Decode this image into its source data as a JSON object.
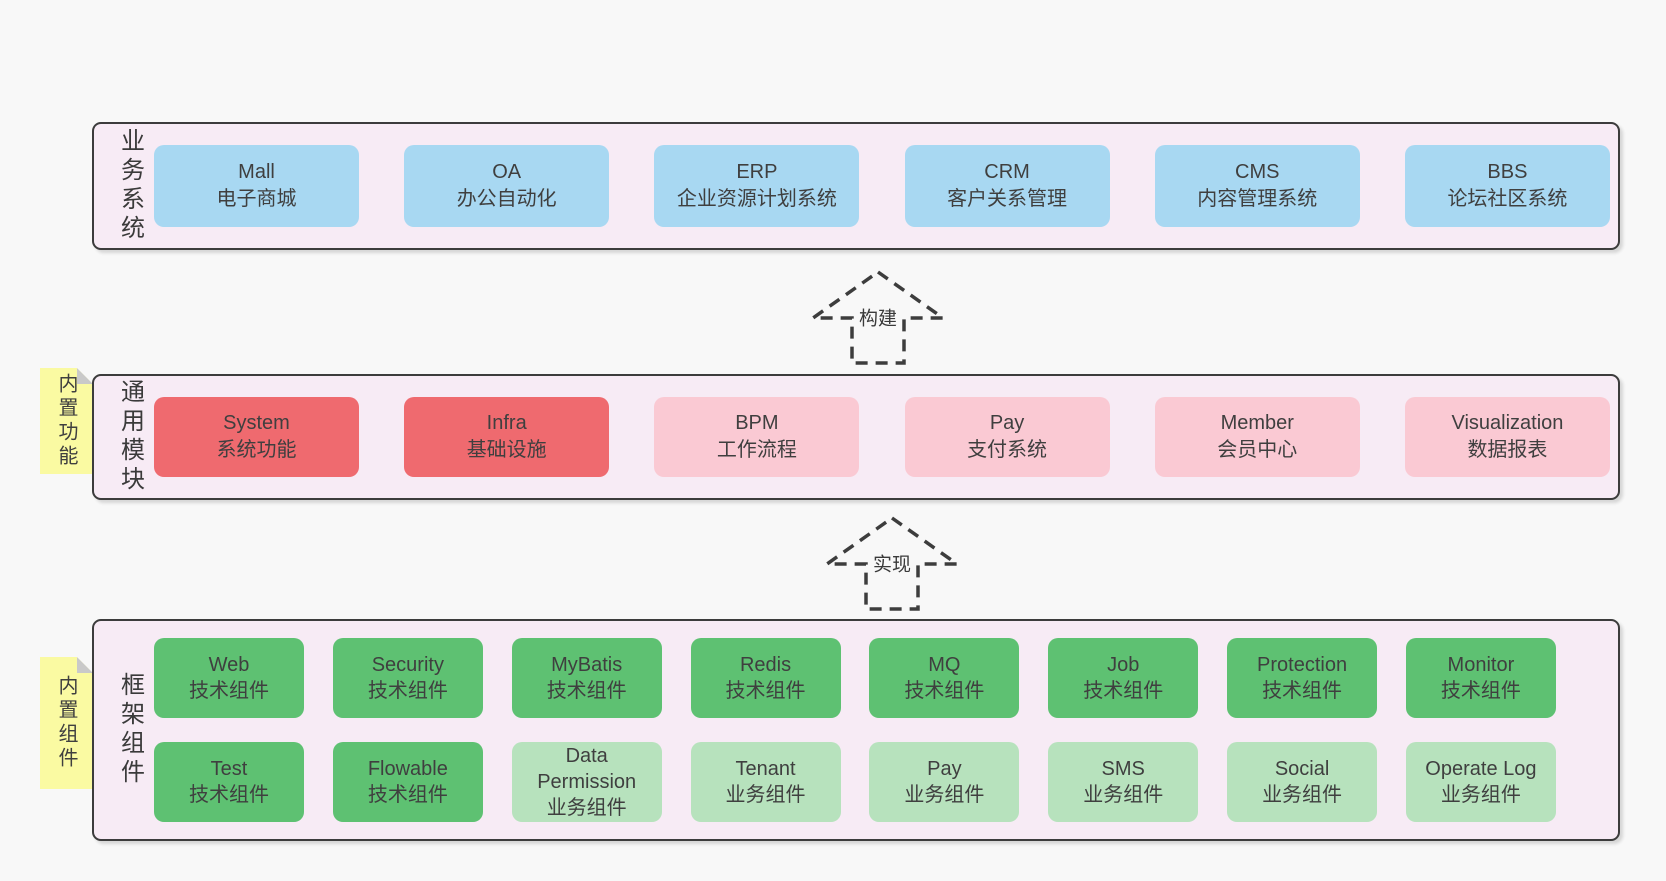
{
  "colors": {
    "page_bg": "#f8f8f8",
    "band_bg": "#f7ebf5",
    "band_border": "#3c3c3c",
    "blue": "#a8d8f2",
    "red": "#ef6a6f",
    "pink": "#fac9d3",
    "green_dark": "#5ec172",
    "green_light": "#b7e2bd",
    "note_bg": "#fafaa2",
    "note_fold": "#c9c9c9",
    "text": "#3f3f3f"
  },
  "bands": [
    {
      "label": "业务系统",
      "boxes": [
        {
          "name": "Mall",
          "desc": "电子商城"
        },
        {
          "name": "OA",
          "desc": "办公自动化"
        },
        {
          "name": "ERP",
          "desc": "企业资源计划系统"
        },
        {
          "name": "CRM",
          "desc": "客户关系管理"
        },
        {
          "name": "CMS",
          "desc": "内容管理系统"
        },
        {
          "name": "BBS",
          "desc": "论坛社区系统"
        }
      ]
    },
    {
      "label": "通用模块",
      "note": "内置功能",
      "boxes": [
        {
          "name": "System",
          "desc": "系统功能"
        },
        {
          "name": "Infra",
          "desc": "基础设施"
        },
        {
          "name": "BPM",
          "desc": "工作流程"
        },
        {
          "name": "Pay",
          "desc": "支付系统"
        },
        {
          "name": "Member",
          "desc": "会员中心"
        },
        {
          "name": "Visualization",
          "desc": "数据报表"
        }
      ]
    },
    {
      "label": "框架组件",
      "note": "内置组件",
      "rows": [
        [
          {
            "name": "Web",
            "desc": "技术组件"
          },
          {
            "name": "Security",
            "desc": "技术组件"
          },
          {
            "name": "MyBatis",
            "desc": "技术组件"
          },
          {
            "name": "Redis",
            "desc": "技术组件"
          },
          {
            "name": "MQ",
            "desc": "技术组件"
          },
          {
            "name": "Job",
            "desc": "技术组件"
          },
          {
            "name": "Protection",
            "desc": "技术组件"
          },
          {
            "name": "Monitor",
            "desc": "技术组件"
          }
        ],
        [
          {
            "name": "Test",
            "desc": "技术组件"
          },
          {
            "name": "Flowable",
            "desc": "技术组件"
          },
          {
            "name": "Data Permission",
            "desc": "业务组件"
          },
          {
            "name": "Tenant",
            "desc": "业务组件"
          },
          {
            "name": "Pay",
            "desc": "业务组件"
          },
          {
            "name": "SMS",
            "desc": "业务组件"
          },
          {
            "name": "Social",
            "desc": "业务组件"
          },
          {
            "name": "Operate Log",
            "desc": "业务组件"
          }
        ]
      ]
    }
  ],
  "arrows": [
    {
      "label": "构建"
    },
    {
      "label": "实现"
    }
  ]
}
